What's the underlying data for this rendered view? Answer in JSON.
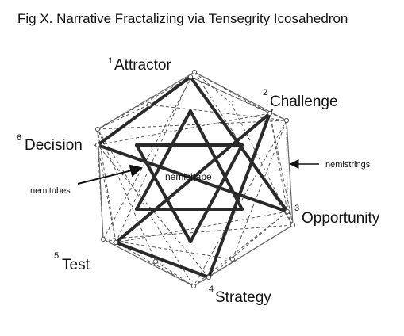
{
  "title": "Fig X. Narrative Fractalizing via Tensegrity Icosahedron",
  "nodes": [
    {
      "num": "1",
      "label": "Attractor"
    },
    {
      "num": "2",
      "label": "Challenge"
    },
    {
      "num": "3",
      "label": "Opportunity"
    },
    {
      "num": "4",
      "label": "Strategy"
    },
    {
      "num": "5",
      "label": "Test"
    },
    {
      "num": "6",
      "label": "Decision"
    }
  ],
  "labels": {
    "center": "nemishape",
    "left_arrow": "nemitubes",
    "right_arrow": "nemistrings"
  },
  "colors": {
    "strut": "#2a2a2a",
    "string": "#555555",
    "text": "#111111"
  }
}
